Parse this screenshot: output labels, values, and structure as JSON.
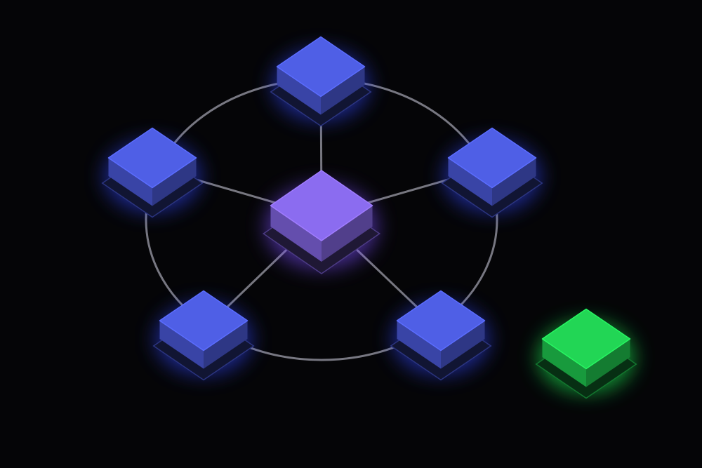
{
  "diagram": {
    "kind": "hub-and-spoke network",
    "background_color": "#050507",
    "ring_color": "#8c8c96",
    "spoke_color": "#8c8c96",
    "hub": {
      "id": "hub",
      "color": "#8b6cf0",
      "glow": "#7c4dff"
    },
    "ring_nodes": [
      {
        "id": "node-top",
        "color": "#4f5fe6",
        "glow": "#3347ff"
      },
      {
        "id": "node-upper-right",
        "color": "#4f5fe6",
        "glow": "#3347ff"
      },
      {
        "id": "node-lower-right",
        "color": "#4f5fe6",
        "glow": "#3347ff"
      },
      {
        "id": "node-lower-left",
        "color": "#4f5fe6",
        "glow": "#3347ff"
      },
      {
        "id": "node-upper-left",
        "color": "#4f5fe6",
        "glow": "#3347ff"
      }
    ],
    "outlier": {
      "id": "node-outlier",
      "color": "#22d655",
      "glow": "#1fff5a",
      "connected": false
    }
  }
}
